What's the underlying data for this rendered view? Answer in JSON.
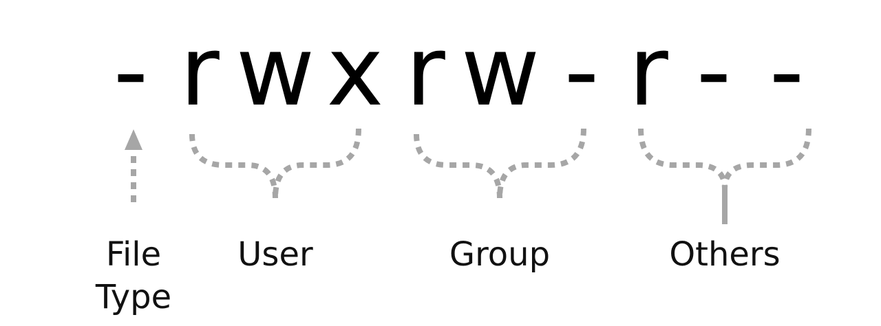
{
  "colors": {
    "text": "#000000",
    "label": "#111111",
    "connector": "#a6a6a6"
  },
  "permission_string": [
    "-",
    "r",
    "w",
    "x",
    "r",
    "w",
    "-",
    "r",
    "-",
    "-"
  ],
  "labels": {
    "file_type_line1": "File",
    "file_type_line2": "Type",
    "user": "User",
    "group": "Group",
    "others": "Others"
  },
  "connectors": {
    "file_type": "arrow-up-icon",
    "user": "curly-brace-icon",
    "group": "curly-brace-icon",
    "others": "curly-brace-icon"
  }
}
